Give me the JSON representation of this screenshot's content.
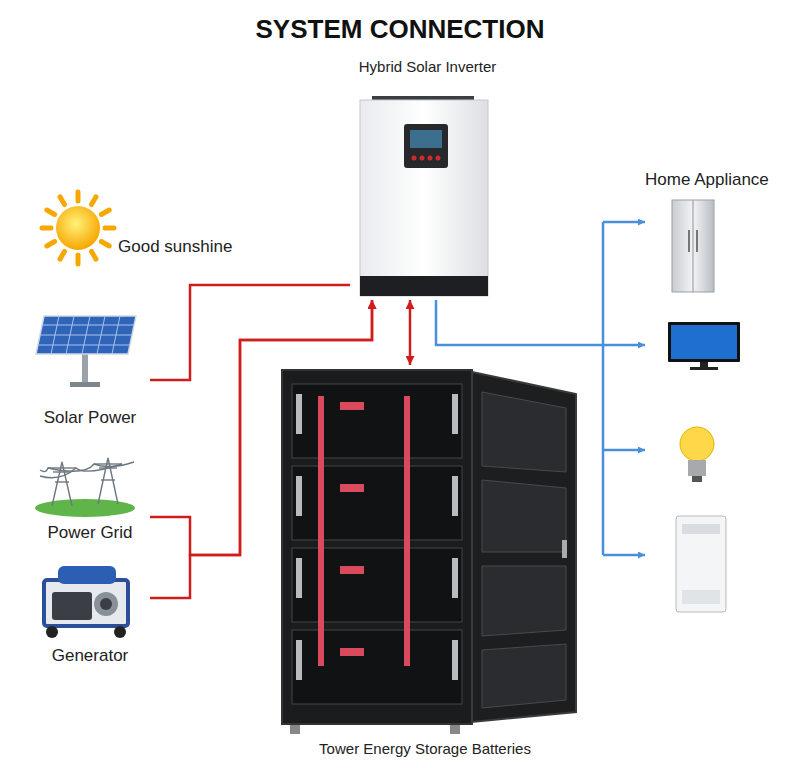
{
  "diagram": {
    "title": "SYSTEM CONNECTION",
    "nodes": [
      {
        "text": [
          "Hybrid Solar Inverter"
        ]
      },
      {
        "text": [
          "Home Appliance"
        ]
      },
      {
        "text": [
          "Solar Power"
        ]
      },
      {
        "text": [
          "Power Grid"
        ]
      },
      {
        "text": [
          "Generator"
        ]
      },
      {
        "text": [
          "Tower Energy Storage Batteries"
        ]
      }
    ],
    "edges": [
      {
        "from": 2,
        "to": 0,
        "arrow": "none"
      },
      {
        "from": 3,
        "to": 0,
        "arrow": "to"
      },
      {
        "from": 4,
        "to": 0,
        "arrow": "to"
      },
      {
        "from": 0,
        "to": 5,
        "arrow": "both"
      },
      {
        "from": 0,
        "to": 1,
        "arrow": "to"
      }
    ],
    "labels": [
      "Good sunshine"
    ]
  }
}
